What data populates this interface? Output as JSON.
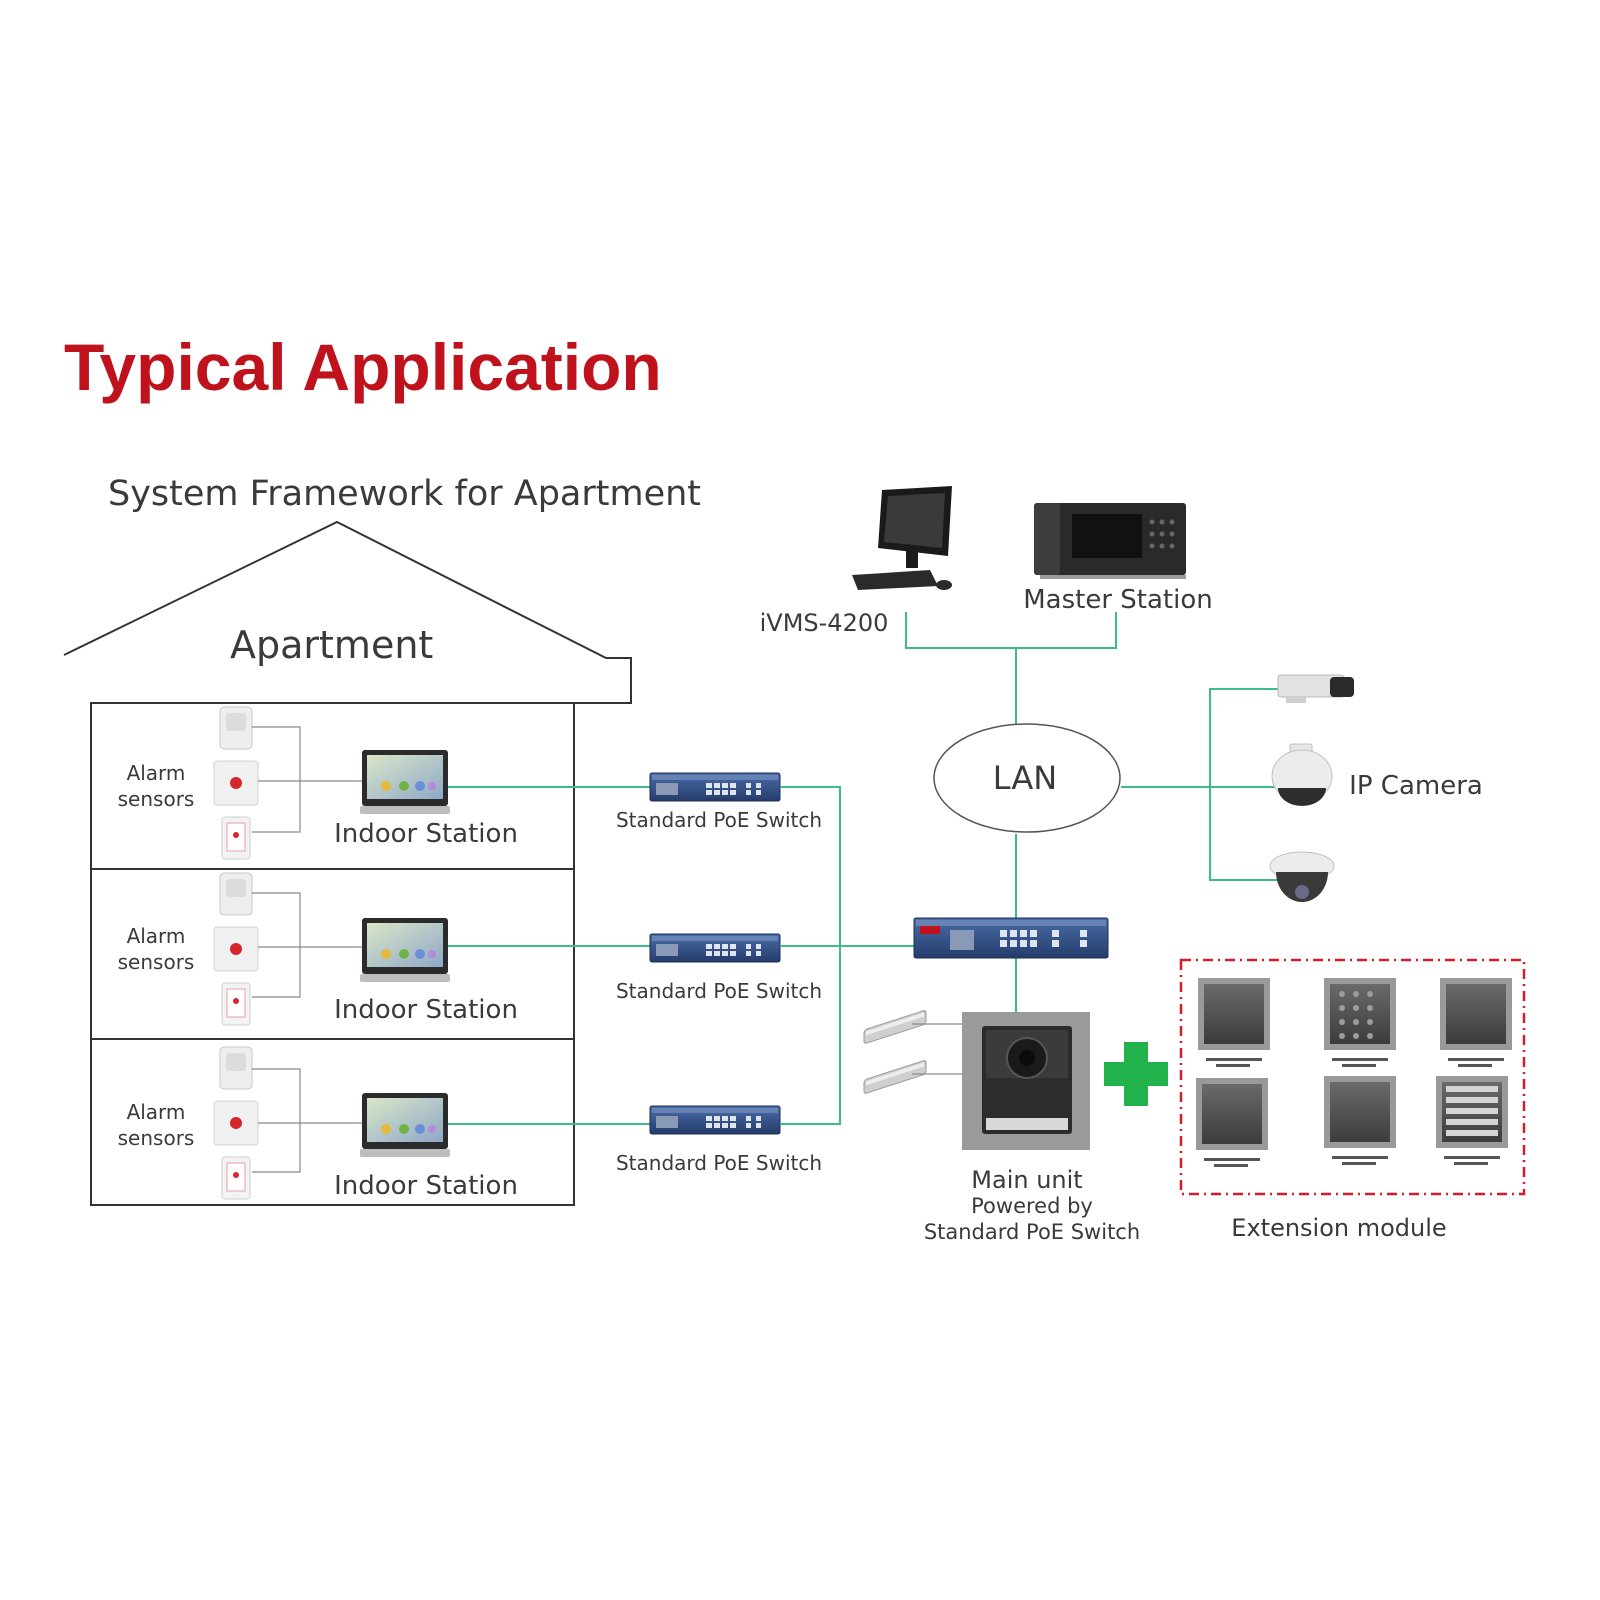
{
  "heading": "Typical Application",
  "subtitle": "System Framework for Apartment",
  "apartment_label": "Apartment",
  "floors": [
    {
      "alarm_label_1": "Alarm",
      "alarm_label_2": "sensors",
      "indoor_station_label": "Indoor Station",
      "switch_label": "Standard  PoE Switch"
    },
    {
      "alarm_label_1": "Alarm",
      "alarm_label_2": "sensors",
      "indoor_station_label": "Indoor Station",
      "switch_label": "Standard  PoE Switch"
    },
    {
      "alarm_label_1": "Alarm",
      "alarm_label_2": "sensors",
      "indoor_station_label": "Indoor Station",
      "switch_label": "Standard  PoE Switch"
    }
  ],
  "ivms_label": "iVMS-4200",
  "master_station_label": "Master Station",
  "lan_label": "LAN",
  "ip_camera_label": "IP Camera",
  "main_unit": {
    "line1": "Main unit",
    "line2": "Powered by",
    "line3": "Standard PoE Switch"
  },
  "extension_label": "Extension module",
  "colors": {
    "heading": "#c0121c",
    "connector": "#3dbb8a",
    "plus": "#22b24c",
    "dashed_border": "#d21e2a",
    "outline": "#333333"
  },
  "icons": [
    "pc-icon",
    "master-station-icon",
    "box-camera-icon",
    "speed-dome-icon",
    "dome-camera-icon",
    "poe-switch-icon",
    "indoor-station-icon",
    "pir-sensor-icon",
    "panic-button-icon",
    "door-contact-icon",
    "magnetic-lock-icon",
    "door-station-icon",
    "plus-icon"
  ]
}
